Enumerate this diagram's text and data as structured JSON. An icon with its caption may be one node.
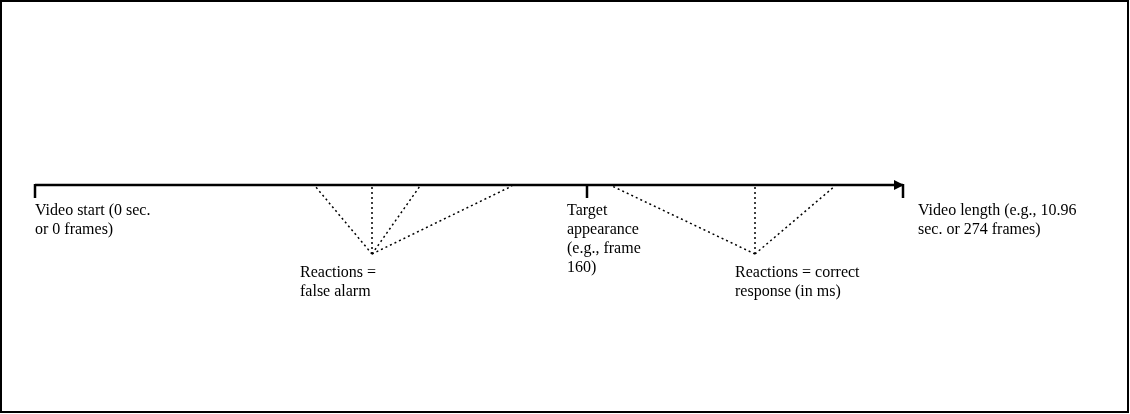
{
  "diagram": {
    "nodes": [
      {
        "text": [
          "Reactions = false alarm"
        ]
      },
      {
        "text": [
          "Reactions = correct response (in ms)"
        ]
      }
    ],
    "edges": [
      {
        "from": 0,
        "to": null,
        "arrow": "none",
        "style": "dashed"
      },
      {
        "from": 0,
        "to": null,
        "arrow": "none",
        "style": "dashed"
      },
      {
        "from": 0,
        "to": null,
        "arrow": "none",
        "style": "dashed"
      },
      {
        "from": 0,
        "to": null,
        "arrow": "none",
        "style": "dashed"
      },
      {
        "from": 1,
        "to": null,
        "arrow": "none",
        "style": "dashed"
      },
      {
        "from": 1,
        "to": null,
        "arrow": "none",
        "style": "dashed"
      },
      {
        "from": 1,
        "to": null,
        "arrow": "none",
        "style": "dashed"
      }
    ],
    "labels": [
      "Video start (0 sec. or 0 frames)",
      "Target appearance (e.g., frame 160)",
      "Video length (e.g., 10.96 sec. or 274 frames)"
    ]
  }
}
